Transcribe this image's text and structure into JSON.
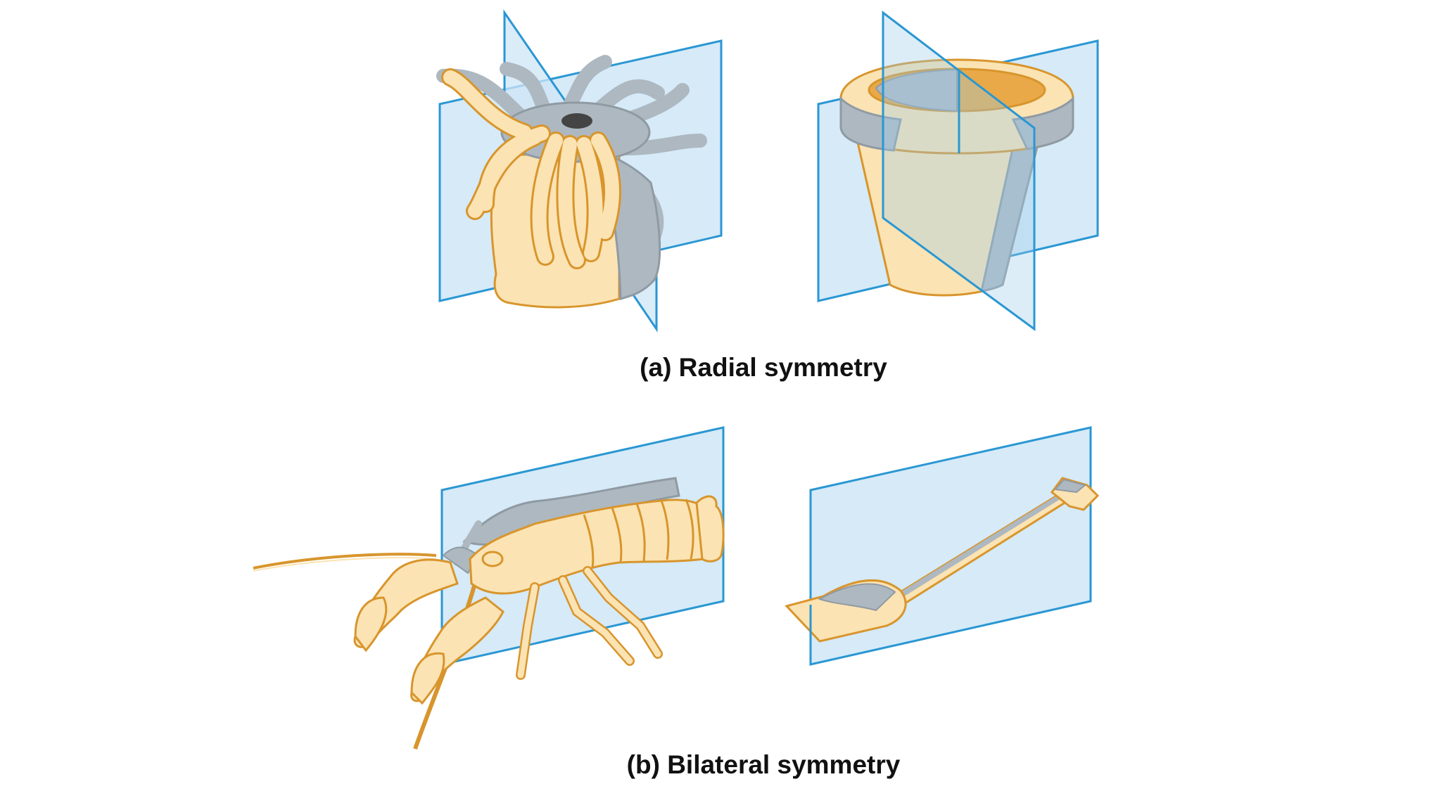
{
  "captions": {
    "radial": "(a) Radial symmetry",
    "bilateral": "(b) Bilateral symmetry"
  },
  "figures": [
    {
      "name": "sea-anemone",
      "symmetry": "radial",
      "planes": 2
    },
    {
      "name": "flower-pot",
      "symmetry": "radial",
      "planes": 2
    },
    {
      "name": "crayfish",
      "symmetry": "bilateral",
      "planes": 1
    },
    {
      "name": "shovel",
      "symmetry": "bilateral",
      "planes": 1
    }
  ],
  "colors": {
    "plane_fill": "#cfe6f7",
    "plane_edge": "#2a97d3",
    "body_fill": "#fbe3b3",
    "outline": "#d8952c",
    "shade_fill": "#aeb8c0",
    "shade_edge": "#8f9aa3",
    "rim_inner": "#e9a948",
    "background": "#ffffff"
  }
}
